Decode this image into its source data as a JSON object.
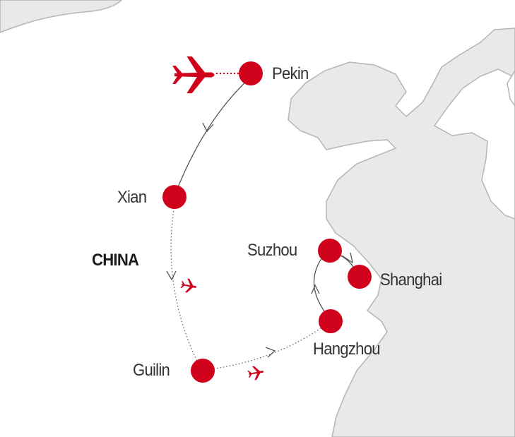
{
  "colors": {
    "route_red": "#d0021b",
    "sea": "#e9e9eb",
    "coast": "#b5b5b5",
    "line": "#555555",
    "text": "#333333"
  },
  "country_label": "CHINA",
  "cities": [
    {
      "name": "Pekin"
    },
    {
      "name": "Xian"
    },
    {
      "name": "Suzhou"
    },
    {
      "name": "Shanghai"
    },
    {
      "name": "Hangzhou"
    },
    {
      "name": "Guilin"
    }
  ],
  "legs": [
    {
      "from": "Pekin",
      "to": "Xian",
      "mode": "ground"
    },
    {
      "from": "Xian",
      "to": "Guilin",
      "mode": "flight"
    },
    {
      "from": "Guilin",
      "to": "Hangzhou",
      "mode": "flight"
    },
    {
      "from": "Hangzhou",
      "to": "Suzhou",
      "mode": "ground"
    },
    {
      "from": "Suzhou",
      "to": "Shanghai",
      "mode": "ground"
    }
  ],
  "icons": {
    "arrival": "plane-icon",
    "flight_leg": "plane-icon"
  }
}
